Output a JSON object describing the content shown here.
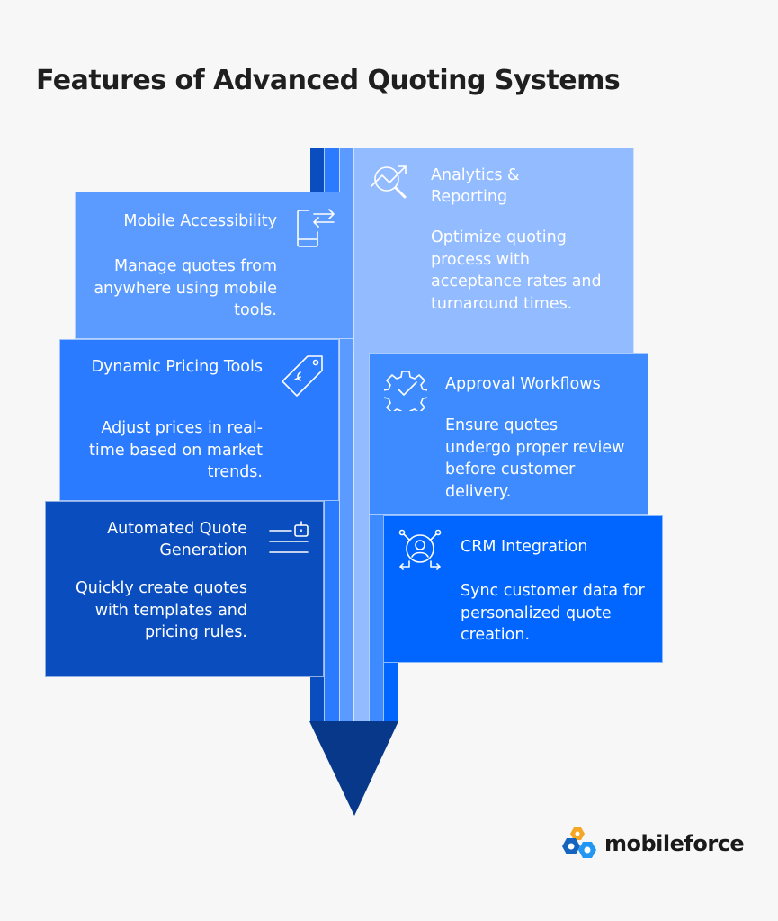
{
  "title": "Features of Advanced Quoting Systems",
  "colors": {
    "mobile": "#5b9bff",
    "dynamic": "#2a7bff",
    "automated": "#0a4dbf",
    "analytics": "#93bbff",
    "approval": "#3d8bff",
    "crm": "#0066ff",
    "arrow": "#07388a"
  },
  "features": {
    "mobile": {
      "title": "Mobile Accessibility",
      "desc": "Manage quotes from anywhere using mobile tools.",
      "icon": "mobile-sync-icon"
    },
    "dynamic": {
      "title": "Dynamic Pricing Tools",
      "desc": "Adjust prices in real-time based on market trends.",
      "icon": "price-tag-icon"
    },
    "automated": {
      "title": "Automated Quote Generation",
      "desc": "Quickly create quotes with templates and pricing rules.",
      "icon": "bot-document-icon"
    },
    "analytics": {
      "title": "Analytics & Reporting",
      "desc": "Optimize quoting process with acceptance rates and turnaround times.",
      "icon": "analytics-icon"
    },
    "approval": {
      "title": "Approval Workflows",
      "desc": "Ensure quotes undergo proper review before customer delivery.",
      "icon": "gear-check-icon"
    },
    "crm": {
      "title": "CRM Integration",
      "desc": "Sync customer data for personalized quote creation.",
      "icon": "customer-network-icon"
    }
  },
  "brand": {
    "name": "mobileforce"
  }
}
